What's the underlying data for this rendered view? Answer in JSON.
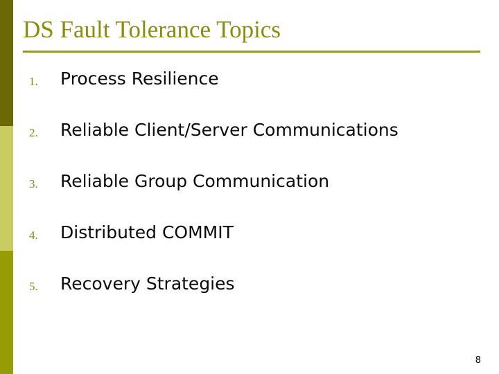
{
  "slide": {
    "title": "DS Fault Tolerance Topics",
    "page_number": "8",
    "colors": {
      "title_text": "#8C8C10",
      "rule": "#959C18",
      "sidebar_top": "#6B6806",
      "sidebar_middle": "#C9CC61",
      "sidebar_bottom": "#959C06",
      "body_text": "#0A0A0A",
      "background": "#FFFFFF"
    },
    "items": [
      {
        "number": "1.",
        "text": "Process Resilience"
      },
      {
        "number": "2.",
        "text": "Reliable Client/Server Communications"
      },
      {
        "number": "3.",
        "text": "Reliable Group Communication"
      },
      {
        "number": "4.",
        "text": "Distributed COMMIT"
      },
      {
        "number": "5.",
        "text": "Recovery Strategies"
      }
    ]
  }
}
